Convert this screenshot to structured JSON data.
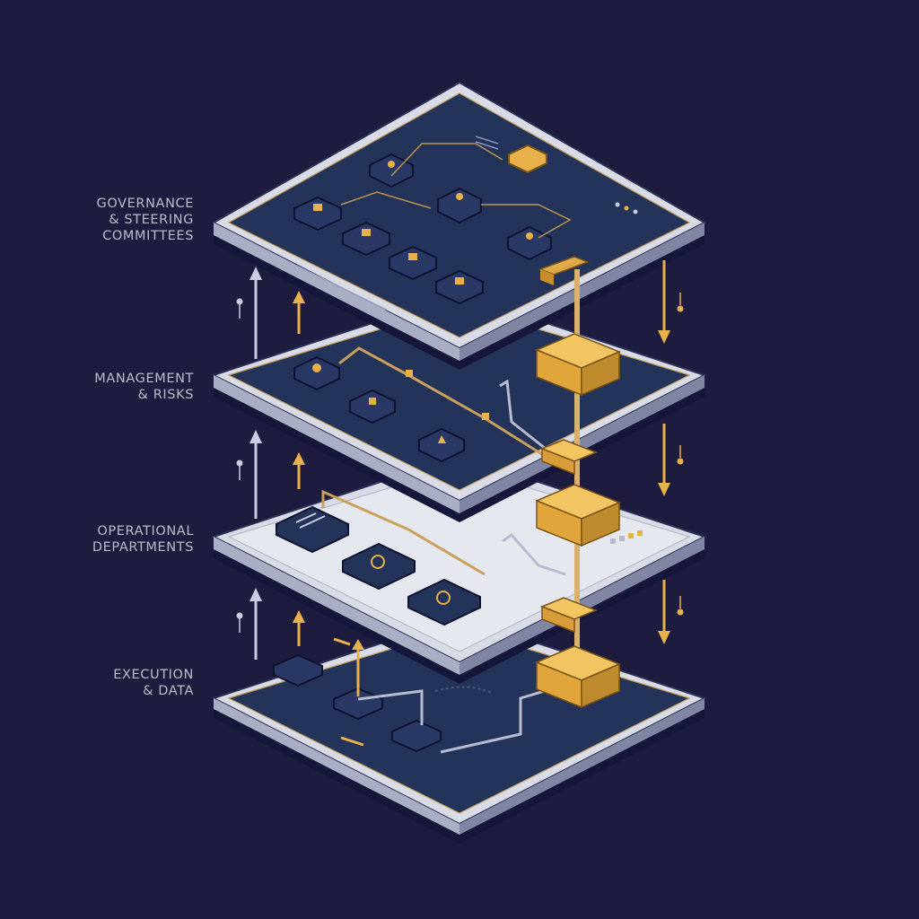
{
  "layers": [
    {
      "id": "governance",
      "label": "GOVERNANCE\n& STEERING\nCOMMITTEES",
      "theme": "dark"
    },
    {
      "id": "management",
      "label": "MANAGEMENT\n& RISKS",
      "theme": "dark"
    },
    {
      "id": "operational",
      "label": "OPERATIONAL\nDEPARTMENTS",
      "theme": "light"
    },
    {
      "id": "execution",
      "label": "EXECUTION\n& DATA",
      "theme": "dark"
    }
  ],
  "colors": {
    "background": "#1d1c3f",
    "panel_dark": "#24335a",
    "panel_light": "#dfe2ea",
    "frame": "#d9dce6",
    "accent_gold": "#e9b14a",
    "arrow_up": "#c9cde0",
    "label_text": "#b9bccc"
  },
  "flows": {
    "upward": "white arrows on the left between layers",
    "downward": "gold arrows on the right between layers"
  }
}
